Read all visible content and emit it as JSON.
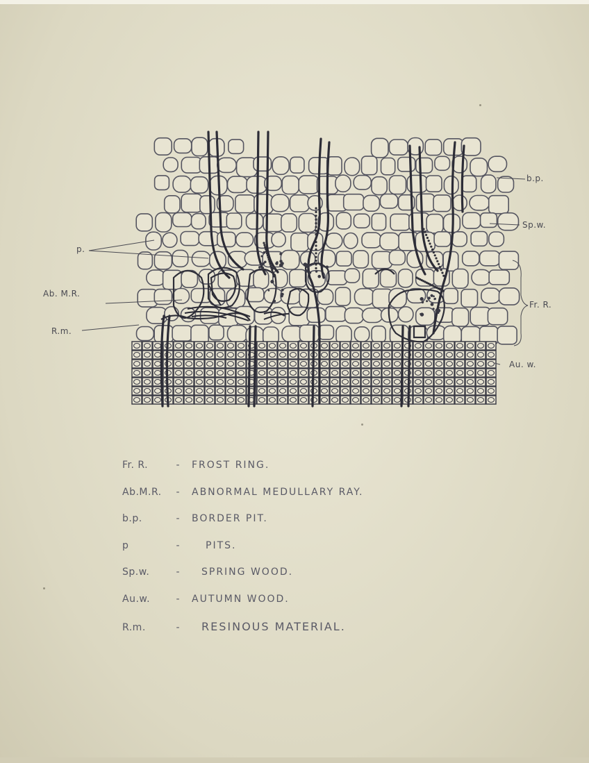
{
  "diagram": {
    "labels": {
      "bp": "b.p.",
      "spw": "Sp.w.",
      "frr": "Fr. R.",
      "auw": "Au. w.",
      "p": "p.",
      "abmr": "Ab. M.R.",
      "rm": "R.m."
    }
  },
  "legend": [
    {
      "abbr": "Fr. R.",
      "dash": "-",
      "text": "Frost Ring."
    },
    {
      "abbr": "Ab.M.R.",
      "dash": "-",
      "text": "Abnormal Medullary Ray."
    },
    {
      "abbr": "b.p.",
      "dash": "-",
      "text": "Border Pit."
    },
    {
      "abbr": "p",
      "dash": "-",
      "text": "Pits."
    },
    {
      "abbr": "Sp.w.",
      "dash": "-",
      "text": "Spring Wood."
    },
    {
      "abbr": "Au.w.",
      "dash": "-",
      "text": "Autumn Wood."
    },
    {
      "abbr": "R.m.",
      "dash": "-",
      "text": "Resinous Material."
    }
  ],
  "colors": {
    "paper": "#e6e2cf",
    "ink": "#3a3a44",
    "cell_fill": "#e8e4d2"
  }
}
